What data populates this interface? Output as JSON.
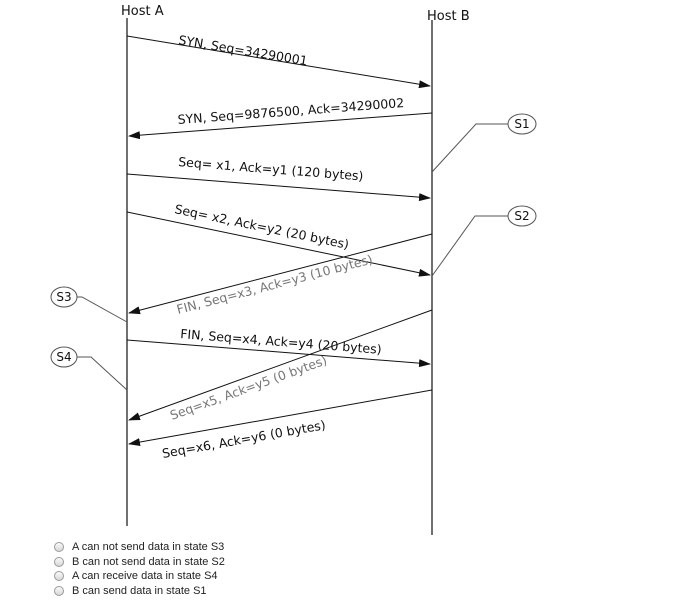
{
  "diagram": {
    "host_a": "Host A",
    "host_b": "Host B",
    "messages": [
      {
        "text": "SYN, Seq=34290001"
      },
      {
        "text": "SYN, Seq=9876500, Ack=34290002"
      },
      {
        "text": "Seq= x1, Ack=y1 (120 bytes)"
      },
      {
        "text": "Seq= x2, Ack=y2 (20 bytes)"
      },
      {
        "text": "FIN, Seq=x3, Ack=y3 (10 bytes)"
      },
      {
        "text": "FIN, Seq=x4, Ack=y4 (20 bytes)"
      },
      {
        "text": "Seq=x5, Ack=y5 (0 bytes)"
      },
      {
        "text": "Seq=x6, Ack=y6 (0 bytes)"
      }
    ],
    "states": [
      "S1",
      "S2",
      "S3",
      "S4"
    ]
  },
  "options": [
    {
      "label": "A can not send data in state S3"
    },
    {
      "label": "B can not send data in state S2"
    },
    {
      "label": "A can receive data in state S4"
    },
    {
      "label": "B can send data in state S1"
    }
  ]
}
